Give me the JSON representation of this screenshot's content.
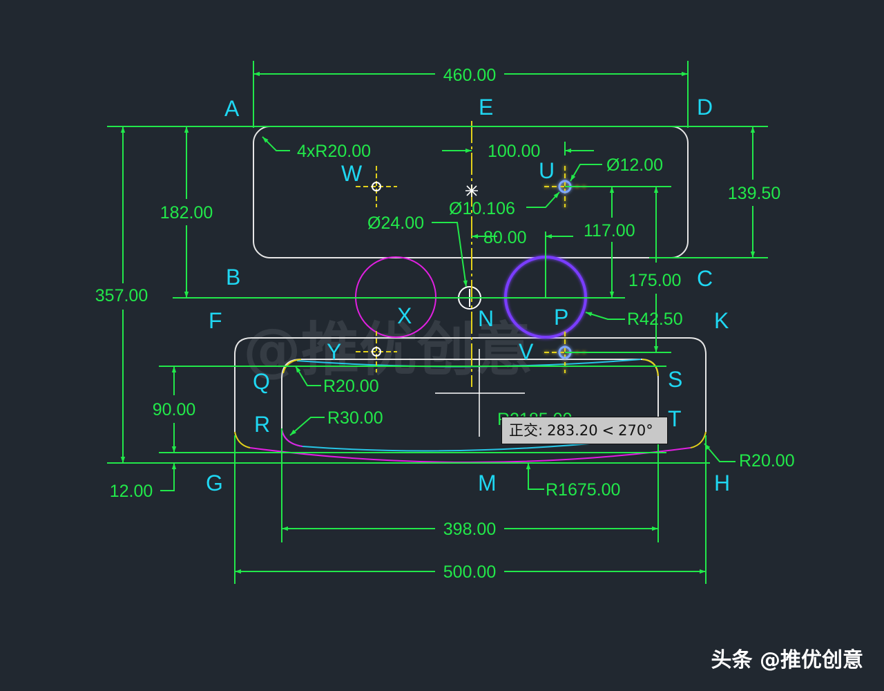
{
  "watermark": "@推优创意",
  "footer_credit": "头条 @推优创意",
  "tooltip": {
    "mode": "正交:",
    "value": "283.20",
    "sep": "<",
    "angle": "270°"
  },
  "colors": {
    "background": "#212830",
    "dimension": "#22e84a",
    "point_label": "#1fd7f2",
    "outline": "#e6e6e6",
    "cyan_curve": "#27c5e6",
    "magenta_curve": "#e020e0",
    "yellow_arc": "#e3d21a",
    "purple_circle": "#7a3cff"
  },
  "point_labels": [
    "A",
    "B",
    "C",
    "D",
    "E",
    "F",
    "G",
    "H",
    "K",
    "M",
    "N",
    "P",
    "Q",
    "R",
    "S",
    "T",
    "U",
    "V",
    "W",
    "X",
    "Y"
  ],
  "dimensions": {
    "width_top": "460.00",
    "total_height": "357.00",
    "height_182": "182.00",
    "right_139": "139.50",
    "fillet_4x": "4xR20.00",
    "offset_100": "100.00",
    "dia_12": "Ø12.00",
    "dia_10": "Ø10.106",
    "dia_24": "Ø24.00",
    "offset_80": "80.00",
    "offset_117": "117.00",
    "offset_175": "175.00",
    "radius_42": "R42.50",
    "radius_20_left": "R20.00",
    "radius_30": "R30.00",
    "radius_2185": "R2185.00",
    "height_90": "90.00",
    "height_12": "12.00",
    "radius_1675": "R1675.00",
    "radius_20_right": "R20.00",
    "width_398": "398.00",
    "width_500": "500.00"
  }
}
